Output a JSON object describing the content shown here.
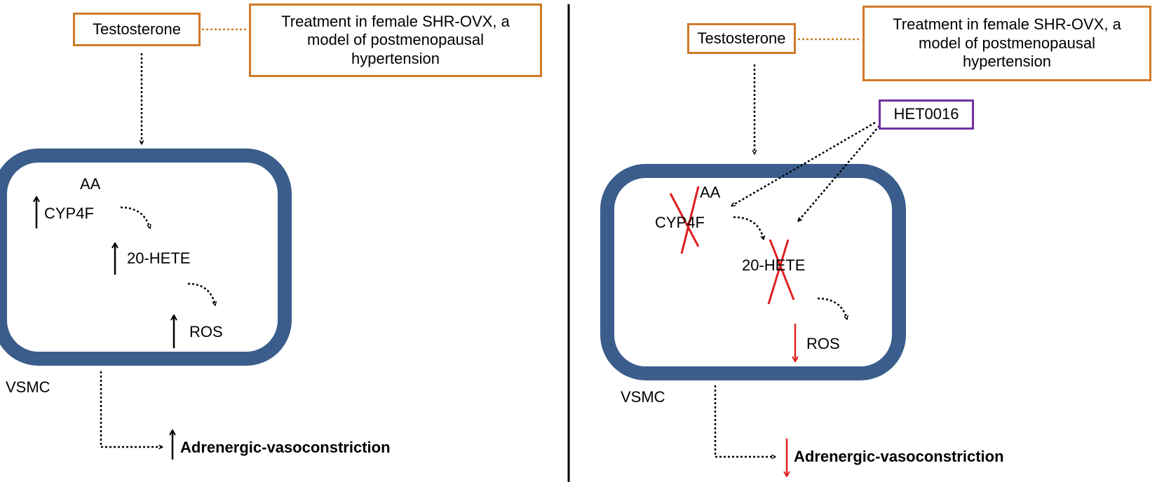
{
  "colors": {
    "cell_border": "#3a5d8c",
    "orange": "#d07a27",
    "purple": "#7030a0",
    "red": "#e02020",
    "black": "#000000"
  },
  "left_panel": {
    "testosterone": "Testosterone",
    "treatment_note": "Treatment in female SHR-OVX, a model of postmenopausal hypertension",
    "cell_label": "VSMC",
    "aa": "AA",
    "cyp4f": "CYP4F",
    "hete": "20-HETE",
    "ros": "ROS",
    "outcome": "Adrenergic-vasoconstriction",
    "cyp4f_change": "increase",
    "hete_change": "increase",
    "ros_change": "increase",
    "outcome_change": "increase"
  },
  "right_panel": {
    "testosterone": "Testosterone",
    "treatment_note": "Treatment in female SHR-OVX, a model of postmenopausal hypertension",
    "inhibitor": "HET0016",
    "cell_label": "VSMC",
    "aa": "AA",
    "cyp4f": "CYP4F",
    "hete": "20-HETE",
    "ros": "ROS",
    "outcome": "Adrenergic-vasoconstriction",
    "cyp4f_blocked": true,
    "hete_blocked": true,
    "ros_change": "decrease",
    "outcome_change": "decrease"
  }
}
